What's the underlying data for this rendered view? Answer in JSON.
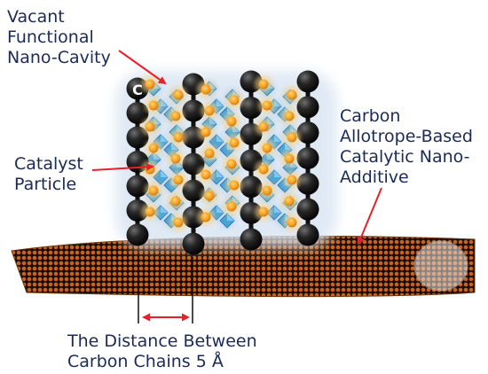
{
  "labels": {
    "nano_cavity": [
      "Vacant",
      "Functional",
      "Nano-Cavity"
    ],
    "catalyst_particle": [
      "Catalyst",
      "Particle"
    ],
    "additive": [
      "Carbon",
      "Allotrope-Based",
      "Catalytic Nano-",
      "Additive"
    ],
    "distance": [
      "The Distance Between",
      "Carbon Chains 5 Å"
    ],
    "carbon_atom_symbol": "C"
  },
  "colors": {
    "text": "#1b2a57",
    "arrow": "#e8202a",
    "carbon_atom": "#1a1a1a",
    "catalyst": "#f5a623",
    "crystal": "#4aa3d8",
    "substrate": "#a0460e"
  }
}
